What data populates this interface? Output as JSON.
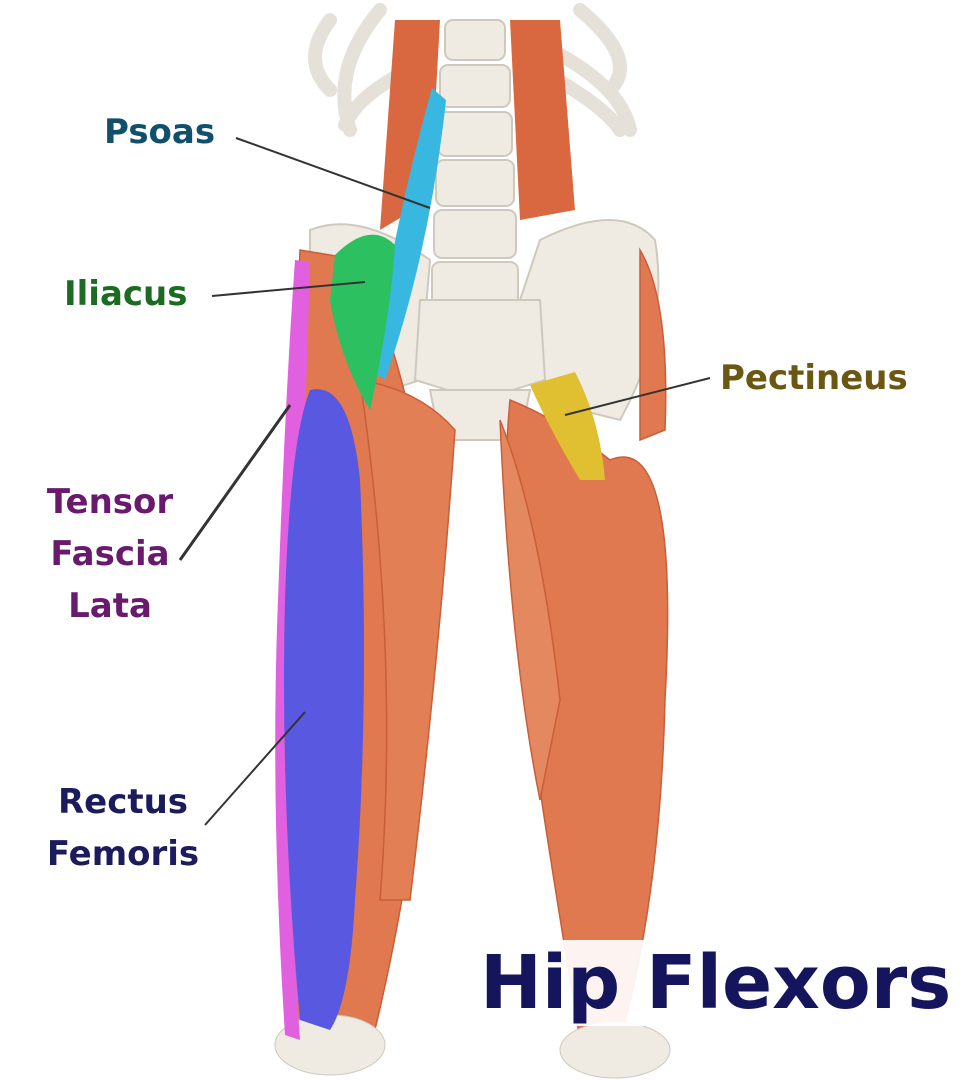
{
  "title": "Hip Flexors",
  "labels": {
    "psoas": "Psoas",
    "iliacus": "Iliacus",
    "pectineus": "Pectineus",
    "tfl_line1": "Tensor",
    "tfl_line2": "Fascia",
    "tfl_line3": "Lata",
    "rf_line1": "Rectus",
    "rf_line2": "Femoris"
  },
  "colors": {
    "psoas": "#10506a",
    "iliacus": "#1b6c22",
    "pectineus": "#6a5712",
    "tfl": "#6a1a6c",
    "rectus_femoris": "#1c1c5c",
    "title": "#15155e",
    "muscle": "#e07850",
    "bone": "#efebe3",
    "psoas_fill": "#38b8e0",
    "iliacus_fill": "#2cc060",
    "pectineus_fill": "#e0c030",
    "tfl_fill": "#e060e0",
    "rf_fill": "#5858e0"
  }
}
